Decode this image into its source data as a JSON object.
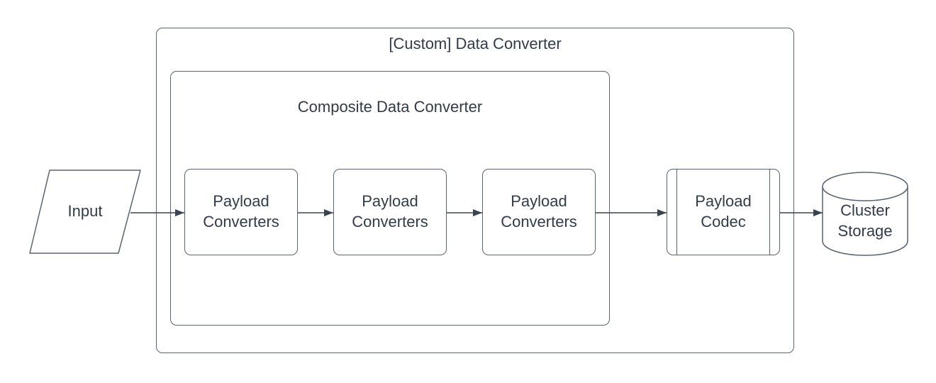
{
  "diagram": {
    "type": "flowchart",
    "outer_group": {
      "label": "[Custom] Data Converter"
    },
    "inner_group": {
      "label": "Composite Data Converter"
    },
    "nodes": [
      {
        "id": "input",
        "label": "Input",
        "shape": "parallelogram"
      },
      {
        "id": "payload-converters-1",
        "label": "Payload Converters",
        "shape": "rounded-rectangle"
      },
      {
        "id": "payload-converters-2",
        "label": "Payload Converters",
        "shape": "rounded-rectangle"
      },
      {
        "id": "payload-converters-3",
        "label": "Payload Converters",
        "shape": "rounded-rectangle"
      },
      {
        "id": "payload-codec",
        "label": "Payload Codec",
        "shape": "predefined-process"
      },
      {
        "id": "cluster-storage",
        "label": "Cluster Storage",
        "shape": "cylinder"
      }
    ],
    "edges": [
      {
        "from": "input",
        "to": "payload-converters-1"
      },
      {
        "from": "payload-converters-1",
        "to": "payload-converters-2"
      },
      {
        "from": "payload-converters-2",
        "to": "payload-converters-3"
      },
      {
        "from": "payload-converters-3",
        "to": "payload-codec"
      },
      {
        "from": "payload-codec",
        "to": "cluster-storage"
      }
    ],
    "colors": {
      "background": "#ffffff",
      "shape_fill": "#ffffff",
      "stroke": "#5b6472",
      "arrow": "#3b4350",
      "text": "#313b49"
    }
  }
}
